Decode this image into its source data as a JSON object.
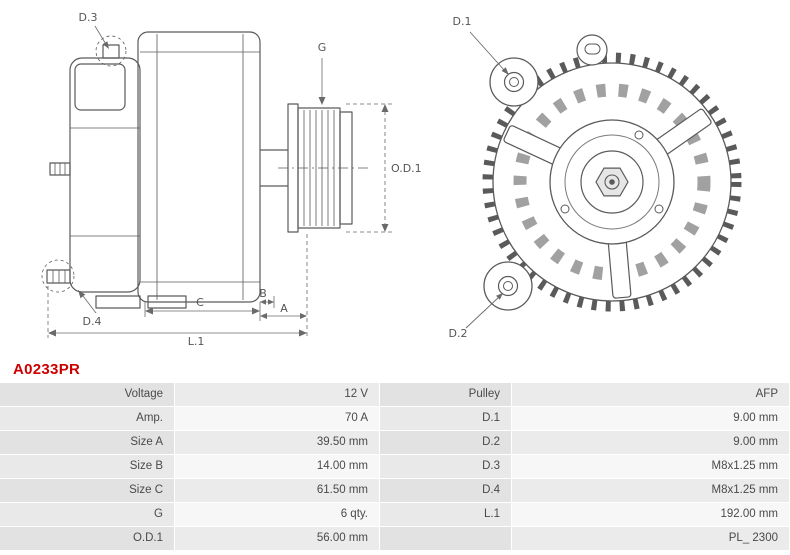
{
  "part_number": "A0233PR",
  "colors": {
    "part_number_red": "#cc0000",
    "drawing_stroke": "#5a5a5a",
    "label_cell_bg": "#e4e4e4",
    "value_cell_bg": "#f2f2f2"
  },
  "diagram": {
    "labels": {
      "d3": "D.3",
      "d4": "D.4",
      "g": "G",
      "od1": "O.D.1",
      "c": "C",
      "b": "B",
      "a": "A",
      "l1": "L.1",
      "d1": "D.1",
      "d2": "D.2"
    }
  },
  "table": {
    "rows": [
      {
        "label_left": "Voltage",
        "value_left": "12 V",
        "label_right": "Pulley",
        "value_right": "AFP"
      },
      {
        "label_left": "Amp.",
        "value_left": "70 A",
        "label_right": "D.1",
        "value_right": "9.00 mm"
      },
      {
        "label_left": "Size A",
        "value_left": "39.50 mm",
        "label_right": "D.2",
        "value_right": "9.00 mm"
      },
      {
        "label_left": "Size B",
        "value_left": "14.00 mm",
        "label_right": "D.3",
        "value_right": "M8x1.25 mm"
      },
      {
        "label_left": "Size C",
        "value_left": "61.50 mm",
        "label_right": "D.4",
        "value_right": "M8x1.25 mm"
      },
      {
        "label_left": "G",
        "value_left": "6 qty.",
        "label_right": "L.1",
        "value_right": "192.00 mm"
      },
      {
        "label_left": "O.D.1",
        "value_left": "56.00 mm",
        "label_right": "",
        "value_right": "PL_ 2300"
      }
    ]
  }
}
